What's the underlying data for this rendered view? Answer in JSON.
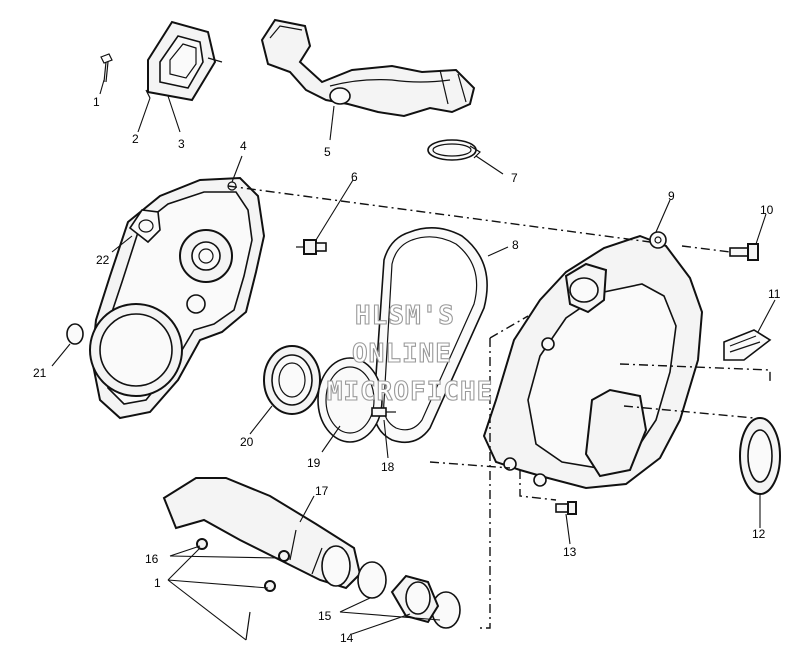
{
  "watermark": {
    "line1": "HLSM'S",
    "line2": "ONLINE",
    "line3": "MICROFICHE",
    "color": "#9a9a9a"
  },
  "callouts": [
    {
      "id": "c1a",
      "text": "1"
    },
    {
      "id": "c2",
      "text": "2"
    },
    {
      "id": "c3",
      "text": "3"
    },
    {
      "id": "c4",
      "text": "4"
    },
    {
      "id": "c5",
      "text": "5"
    },
    {
      "id": "c6",
      "text": "6"
    },
    {
      "id": "c7",
      "text": "7"
    },
    {
      "id": "c8",
      "text": "8"
    },
    {
      "id": "c9",
      "text": "9"
    },
    {
      "id": "c10",
      "text": "10"
    },
    {
      "id": "c11",
      "text": "11"
    },
    {
      "id": "c12",
      "text": "12"
    },
    {
      "id": "c13",
      "text": "13"
    },
    {
      "id": "c14",
      "text": "14"
    },
    {
      "id": "c15",
      "text": "15"
    },
    {
      "id": "c16",
      "text": "16"
    },
    {
      "id": "c17",
      "text": "17"
    },
    {
      "id": "c18",
      "text": "18"
    },
    {
      "id": "c19",
      "text": "19"
    },
    {
      "id": "c20",
      "text": "20"
    },
    {
      "id": "c21",
      "text": "21"
    },
    {
      "id": "c22",
      "text": "22"
    },
    {
      "id": "c1b",
      "text": "1"
    }
  ]
}
